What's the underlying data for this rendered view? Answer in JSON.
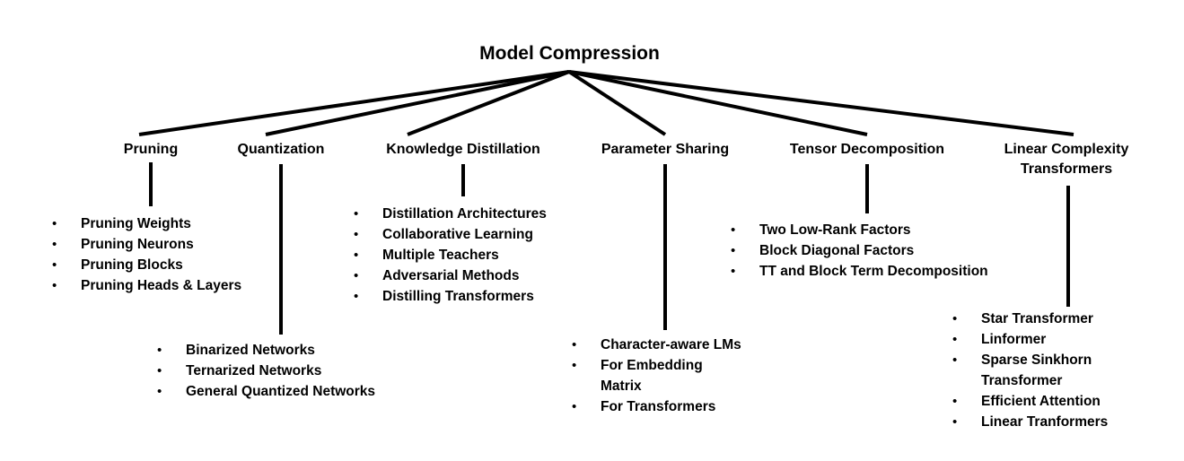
{
  "root": "Model Compression",
  "categories": [
    {
      "label": "Pruning",
      "items": [
        "Pruning Weights",
        "Pruning Neurons",
        "Pruning Blocks",
        "Pruning Heads & Layers"
      ]
    },
    {
      "label": "Quantization",
      "items": [
        "Binarized Networks",
        "Ternarized Networks",
        "General Quantized Networks"
      ]
    },
    {
      "label": "Knowledge Distillation",
      "items": [
        "Distillation Architectures",
        "Collaborative Learning",
        "Multiple Teachers",
        "Adversarial Methods",
        "Distilling Transformers"
      ]
    },
    {
      "label": "Parameter Sharing",
      "items": [
        "Character-aware LMs",
        "For Embedding Matrix",
        "For Transformers"
      ]
    },
    {
      "label": "Tensor Decomposition",
      "items": [
        "Two Low-Rank Factors",
        "Block Diagonal Factors",
        "TT and Block Term Decomposition"
      ]
    },
    {
      "label": "Linear Complexity Transformers",
      "items": [
        "Star Transformer",
        "Linformer",
        "Sparse Sinkhorn Transformer",
        "Efficient Attention",
        "Linear Tranformers"
      ]
    }
  ]
}
